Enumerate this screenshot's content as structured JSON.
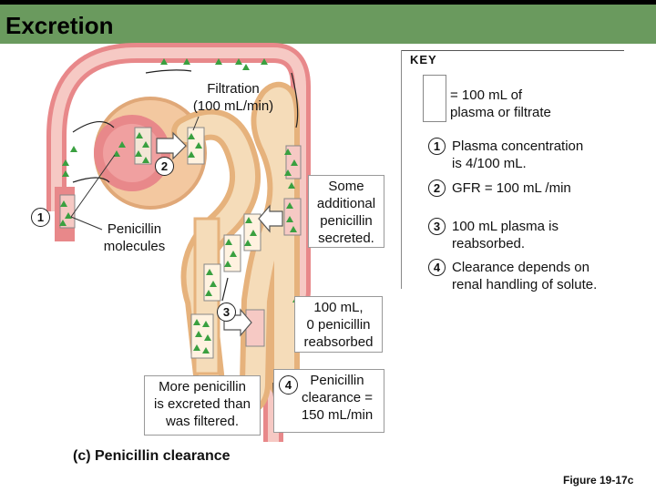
{
  "page": {
    "title": "Excretion"
  },
  "labels": {
    "filtration": "Filtration\n(100 mL/min)",
    "penicillin_molecules": "Penicillin\nmolecules",
    "secreted": "Some\nadditional\npenicillin\nsecreted.",
    "reabsorbed": "100 mL,\n0 penicillin\nreabsorbed",
    "excreted": "More penicillin\nis excreted than\nwas filtered.",
    "clearance": "Penicillin\nclearance =\n150 mL/min"
  },
  "badges": [
    "1",
    "2",
    "3",
    "4"
  ],
  "key": {
    "title": "KEY",
    "volume_note": "= 100 mL of\nplasma or filtrate",
    "items": [
      {
        "num": "1",
        "text": "Plasma concentration\nis 4/100 mL."
      },
      {
        "num": "2",
        "text": "GFR = 100 mL /min"
      },
      {
        "num": "3",
        "text": "100 mL plasma is\nreabsorbed."
      },
      {
        "num": "4",
        "text": "Clearance depends on\nrenal handling of solute."
      }
    ]
  },
  "caption": "(c) Penicillin clearance",
  "figure_number": "Figure 19-17c",
  "colors": {
    "vessel": "#e8888a",
    "vessel_light": "#f6c9c4",
    "tubule": "#e6b27c",
    "tubule_light": "#f5dcb9",
    "molecule": "#3aa040",
    "title_bar": "#6a9a5e"
  }
}
